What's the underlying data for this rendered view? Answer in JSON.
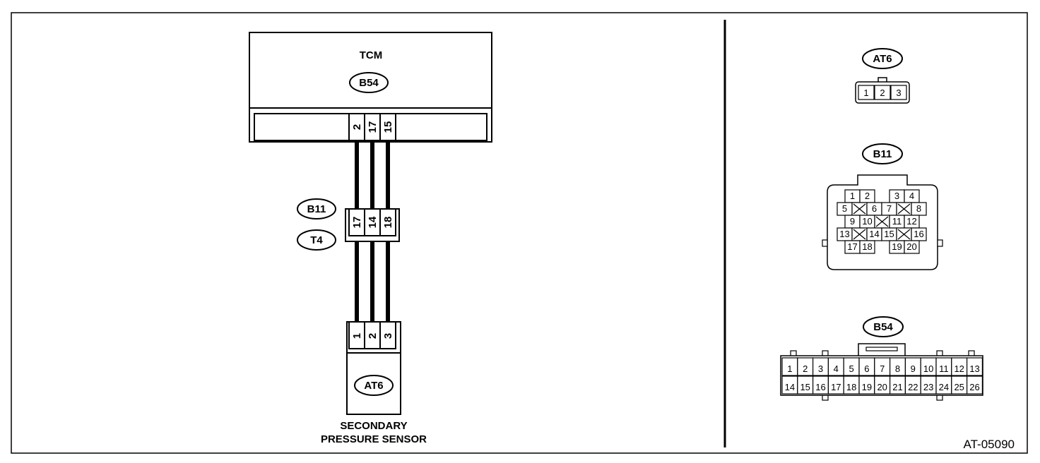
{
  "tcm": {
    "title": "TCM",
    "connector": "B54",
    "pins": [
      "2",
      "17",
      "15"
    ]
  },
  "mid_connector": {
    "labels": [
      "B11",
      "T4"
    ],
    "pins": [
      "17",
      "14",
      "18"
    ]
  },
  "sensor": {
    "connector": "AT6",
    "pins": [
      "1",
      "2",
      "3"
    ],
    "name_line1": "SECONDARY",
    "name_line2": "PRESSURE SENSOR"
  },
  "connector_views": {
    "at6": {
      "label": "AT6",
      "pins": [
        "1",
        "2",
        "3"
      ]
    },
    "b11": {
      "label": "B11",
      "rows": [
        [
          "1",
          "2",
          "",
          "3",
          "4"
        ],
        [
          "5",
          "X",
          "6",
          "7",
          "X",
          "8"
        ],
        [
          "9",
          "10",
          "X",
          "11",
          "12"
        ],
        [
          "13",
          "X",
          "14",
          "15",
          "X",
          "16"
        ],
        [
          "17",
          "18",
          "",
          "19",
          "20"
        ]
      ]
    },
    "b54": {
      "label": "B54",
      "row1": [
        "1",
        "2",
        "3",
        "4",
        "5",
        "6",
        "7",
        "8",
        "9",
        "10",
        "11",
        "12",
        "13"
      ],
      "row2": [
        "14",
        "15",
        "16",
        "17",
        "18",
        "19",
        "20",
        "21",
        "22",
        "23",
        "24",
        "25",
        "26"
      ]
    }
  },
  "figure_ref": "AT-05090"
}
